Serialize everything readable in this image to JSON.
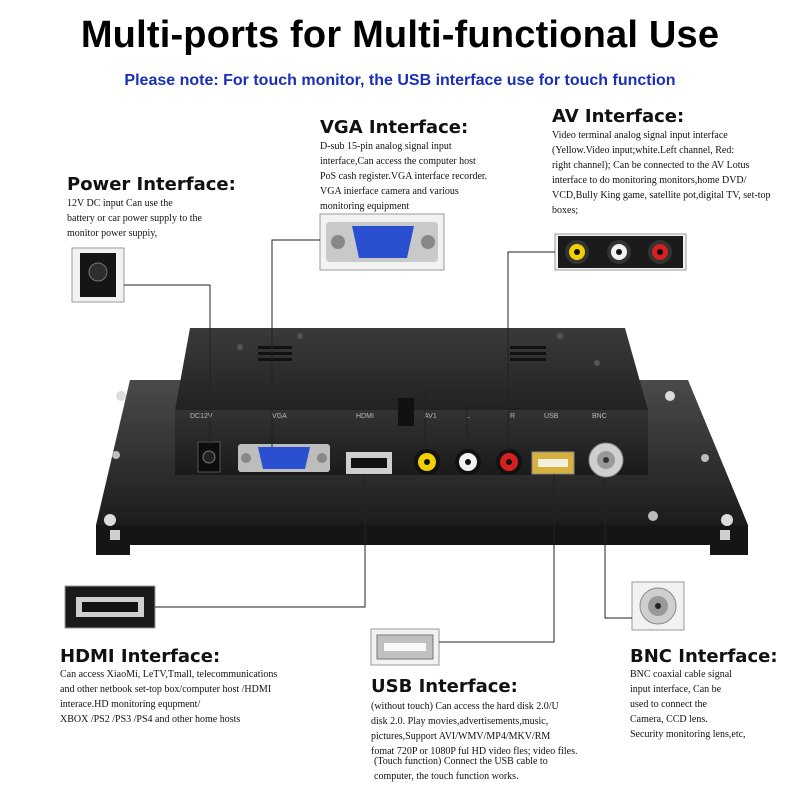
{
  "title": "Multi-ports for Multi-functional Use",
  "note": "Please note: For touch monitor, the USB interface use for touch function",
  "interfaces": {
    "power": {
      "heading": "Power Interface:",
      "lines": [
        "12V DC input Can use the",
        "battery or car power supply to the",
        "monitor power suppiy,"
      ]
    },
    "vga": {
      "heading": "VGA Interface:",
      "lines": [
        "D-sub 15-pin analog signal input",
        "interface,Can access the computer host",
        "PoS cash register.VGA interface recorder.",
        "VGA inierface camera and various",
        "monitoring equipment"
      ]
    },
    "av": {
      "heading": "AV Interface:",
      "lines": [
        "Video terminal analog signal input interface",
        "(Yellow.Video input;white.Left channel, Red:",
        "right channel); Can be connected to the AV Lotus",
        " interface to do monitoring monitors,home DVD/",
        "VCD,Bully King game, satellite pot,digital TV, set-top",
        "boxes;"
      ]
    },
    "hdmi": {
      "heading": "HDMI Interface:",
      "lines": [
        "Can access XiaoMi, LeTV,Tmall, telecommunications",
        "and other netbook set-top box/computer host /HDMI",
        "interace.HD monitoring equpment/",
        "XBOX /PS2 /PS3 /PS4 and other home hosts"
      ]
    },
    "usb": {
      "heading": "USB Interface:",
      "lines": [
        "(without touch) Can access the hard disk 2.0/U",
        "disk 2.0. Play movies,advertisements,music,",
        "pictures,Support AVI/WMV/MP4/MKV/RM",
        "fomat 720P or 1080P ful HD video fles; video files."
      ],
      "touch_lines": [
        "(Touch function)  Connect the USB cable to",
        "computer, the touch function works."
      ]
    },
    "bnc": {
      "heading": "BNC  Interface:",
      "lines": [
        "BNC coaxial cable signal",
        "input interface, Can be",
        "used to connect the",
        "Camera, CCD lens.",
        "Security monitoring lens,etc,"
      ]
    }
  },
  "panel_labels": {
    "dc": "DC12V",
    "vga": "VGA",
    "hdmi": "HDMI",
    "av1": "AV1",
    "l": "L",
    "r": "R",
    "usb": "USB",
    "bnc": "BNC"
  },
  "colors": {
    "note": "#1a2fb8",
    "vga_port": "#2a4fd0",
    "av_yellow": "#f0d000",
    "av_white": "#f2f2f2",
    "av_red": "#d42020",
    "usb_gold": "#d8b040",
    "chassis": "#2b2b2b"
  }
}
